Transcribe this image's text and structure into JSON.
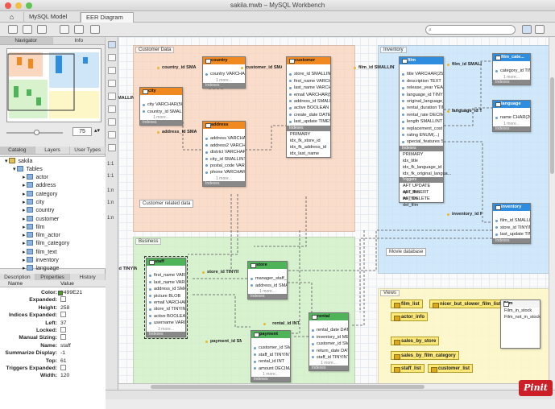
{
  "window": {
    "title": "sakila.mwb – MySQL Workbench",
    "traffic": {
      "close": "#ee5a52",
      "min": "#f4be3f",
      "max": "#5fc454"
    }
  },
  "tabs": [
    {
      "label": "MySQL Model"
    },
    {
      "label": "EER Diagram"
    }
  ],
  "search": {
    "placeholder": ""
  },
  "left_tabs": {
    "top": [
      "Navigator",
      "Info"
    ],
    "middle": [
      "Catalog",
      "Layers",
      "User Types"
    ],
    "bottom": [
      "Description",
      "Properties",
      "History"
    ]
  },
  "zoom": {
    "value": "75"
  },
  "tree": {
    "schema": "sakila",
    "group": "Tables",
    "tables": [
      "actor",
      "address",
      "category",
      "city",
      "country",
      "customer",
      "film",
      "film_actor",
      "film_category",
      "film_text",
      "inventory",
      "language"
    ]
  },
  "props": {
    "col_name": "Name",
    "col_value": "Value",
    "rows": [
      {
        "k": "Color:",
        "v": "#499E21"
      },
      {
        "k": "Expanded:",
        "v": "☐"
      },
      {
        "k": "Height:",
        "v": "258"
      },
      {
        "k": "Indices Expanded:",
        "v": "☐"
      },
      {
        "k": "Left:",
        "v": "37"
      },
      {
        "k": "Locked:",
        "v": "☐"
      },
      {
        "k": "Manual Sizing:",
        "v": "☐"
      },
      {
        "k": "Name:",
        "v": "staff"
      },
      {
        "k": "Summarize Display:",
        "v": "-1"
      },
      {
        "k": "Top:",
        "v": "61"
      },
      {
        "k": "Triggers Expanded:",
        "v": "☐"
      },
      {
        "k": "Width:",
        "v": "120"
      }
    ]
  },
  "tool_labels": [
    "1:1",
    "1:1",
    "1:n",
    "1:n",
    "1:n"
  ],
  "layers": {
    "customer": "Customer Data",
    "inventory": "Inventory",
    "business": "Business",
    "views": "Views"
  },
  "notes": {
    "customer": "Customer related data",
    "movie": "Movie database"
  },
  "entities": {
    "country": {
      "title": "country",
      "fields": [
        "country_id SMALLINT",
        "country VARCHAR(50)"
      ],
      "more": "1 more...",
      "foot": "Indexes"
    },
    "customer": {
      "title": "customer",
      "fields": [
        "customer_id SMAL...",
        "store_id SMALLINT",
        "first_name VARCHAR...",
        "last_name VARCHAR...",
        "email VARCHAR(50)",
        "address_id SMALLINT",
        "active BOOLEAN",
        "create_date DATET...",
        "last_update TIMES..."
      ],
      "sec": "Indexes",
      "idx": [
        "PRIMARY",
        "idx_fk_store_id",
        "idx_fk_address_id",
        "idx_last_name"
      ]
    },
    "city": {
      "title": "city",
      "fields": [
        "city_id SMALLINT",
        "city VARCHAR(50)",
        "country_id SMALLINT"
      ],
      "more": "1 more...",
      "foot": "Indexes"
    },
    "address": {
      "title": "address",
      "fields": [
        "address_id SMALLI...",
        "address VARCHAR(50)",
        "address2 VARCHAR(...",
        "district VARCHAR(20)",
        "city_id SMALLINT",
        "postal_code VARCH...",
        "phone VARCHAR(20)"
      ],
      "more": "1 more...",
      "foot": "Indexes"
    },
    "film": {
      "title": "film",
      "fields": [
        "film_id SMALLINT",
        "title VARCHAR(255)",
        "description TEXT",
        "release_year YEAR",
        "language_id TINYINT",
        "original_language_i...",
        "rental_duration TIN...",
        "rental_rate DECIMA...",
        "length SMALLINT",
        "replacement_cost D...",
        "rating ENUM(...)",
        "special_features SE..."
      ],
      "sec": "Indexes",
      "idx": [
        "PRIMARY",
        "idx_title",
        "idx_fk_language_id",
        "idx_fk_original_langua..."
      ],
      "sec2": "Triggers",
      "trig": [
        "AFT UPDATE upd_film",
        "AFT INSERT ins_film",
        "AFT DELETE del_film"
      ]
    },
    "film_category": {
      "title": "film_cate...",
      "fields": [
        "film_id SMALLINT",
        "category_id TINY..."
      ],
      "more": "1 more...",
      "foot": "Indexes"
    },
    "language": {
      "title": "language",
      "fields": [
        "language_id TINYI...",
        "name CHAR(20)"
      ],
      "more": "1 more...",
      "foot": "Indexes"
    },
    "inventory": {
      "title": "inventory",
      "fields": [
        "inventory_id MEO...",
        "film_id SMALLINT",
        "store_id TINYINT",
        "last_update TIMES..."
      ],
      "foot": "Indexes"
    },
    "staff": {
      "title": "staff",
      "fields": [
        "staff_id TINYINT",
        "first_name VARC...",
        "last_name VARC...",
        "address_id SMAL...",
        "picture BLOB",
        "email VARCHAR(...",
        "store_id TINYINT",
        "active BOOLEAN",
        "username VARCH..."
      ],
      "more": "3 more...",
      "foot": "Indexes"
    },
    "store": {
      "title": "store",
      "fields": [
        "store_id TINYINT",
        "manager_staff_id...",
        "address_id SMAL..."
      ],
      "more": "1 more...",
      "foot": "Indexes"
    },
    "payment": {
      "title": "payment",
      "fields": [
        "payment_id SMA...",
        "customer_id SMA...",
        "staff_id TINYINT",
        "rental_id INT",
        "amount DECIMA..."
      ],
      "more": "1 more...",
      "foot": "Indexes"
    },
    "rental": {
      "title": "rental",
      "fields": [
        "rental_id INT",
        "rental_date DATE...",
        "inventory_id MED...",
        "customer_id SMA...",
        "return_date DAT...",
        "staff_id TINYINT"
      ],
      "more": "1 more...",
      "foot": "Indexes"
    }
  },
  "views": [
    "film_list",
    "nicer_but_slower_film_list",
    "actor_info",
    "sales_by_store",
    "sales_by_film_category",
    "staff_list",
    "customer_list"
  ],
  "film_plain": {
    "title": "Film",
    "fields": [
      "Film_in_stock",
      "Film_not_in_stock"
    ]
  },
  "pinit": {
    "label": "Pinit"
  }
}
